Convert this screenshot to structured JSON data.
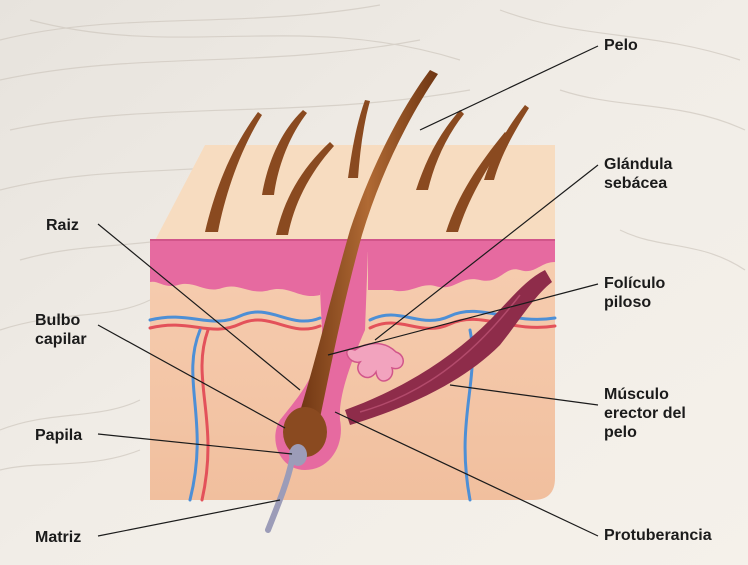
{
  "labels": {
    "pelo": "Pelo",
    "glandula": "Glándula\nsebácea",
    "foliculo": "Folículo\npiloso",
    "musculo": "Músculo\nerector del\npelo",
    "protuberancia": "Protuberancia",
    "raiz": "Raiz",
    "bulbo": "Bulbo\ncapilar",
    "papila": "Papila",
    "matriz": "Matriz"
  },
  "colors": {
    "background": "#f3efe9",
    "epidermis": "#f7dcc0",
    "dermis_pink": "#e66aa0",
    "hypodermis": "#f3c4a6",
    "hair_brown": "#8a4a20",
    "muscle": "#8e2c4a",
    "artery": "#e3525a",
    "vein": "#4d8fd6",
    "leader_line": "#1b1b1b"
  }
}
